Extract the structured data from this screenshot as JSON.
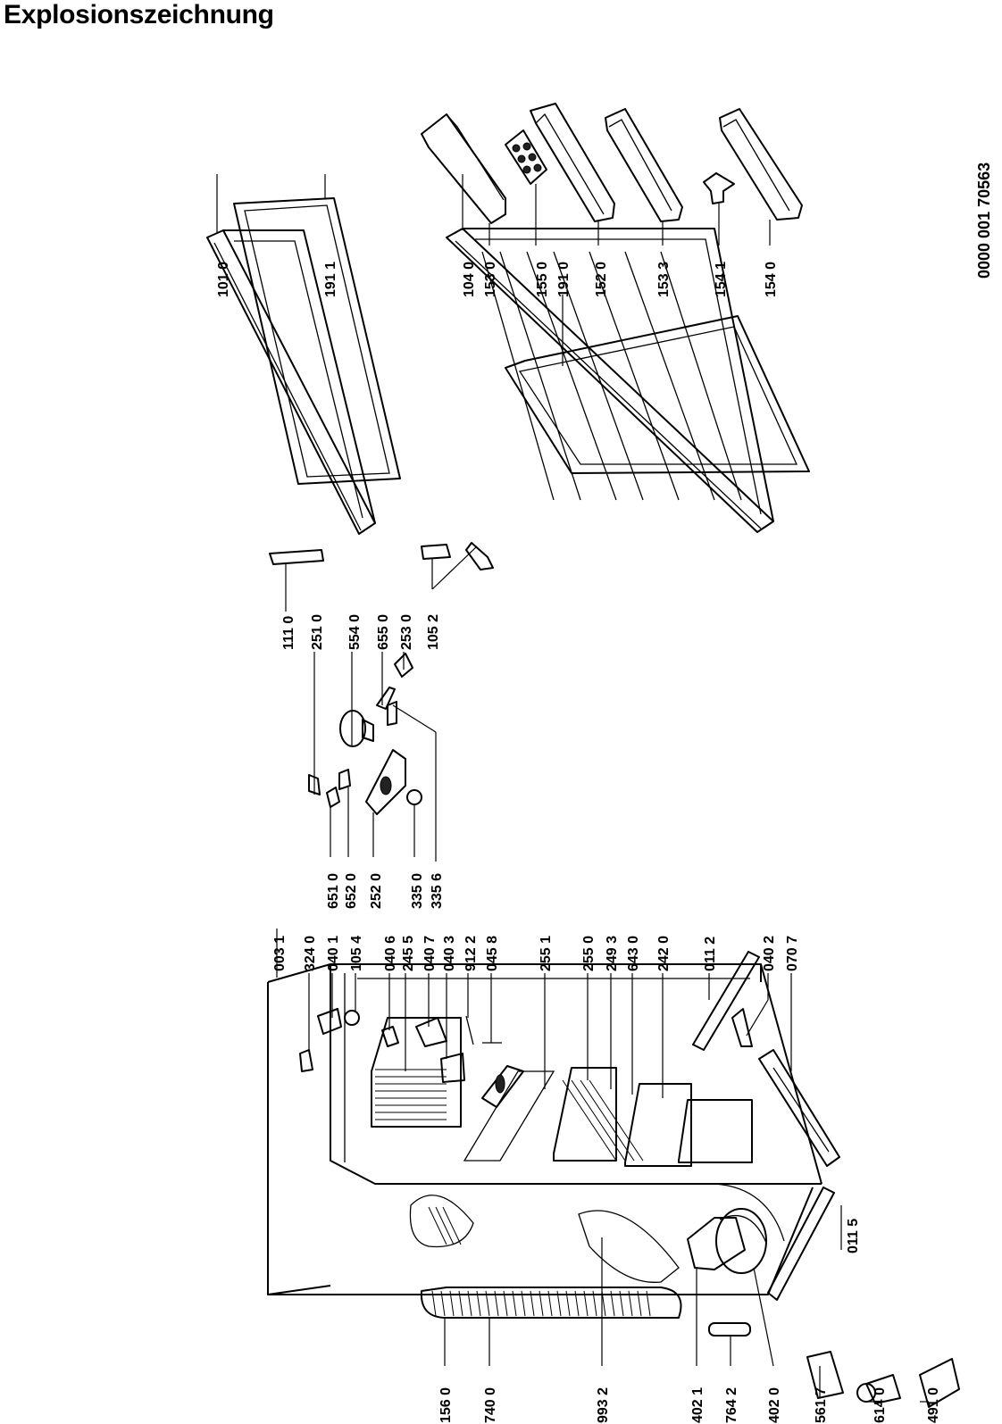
{
  "title": "Explosionszeichnung",
  "document_number": "0000  001 70563",
  "labels_bottom_left": [
    "156 0",
    "740 0",
    "993 2",
    "402 1",
    "764 2",
    "402 0",
    "561 7",
    "614 0",
    "491 0"
  ],
  "labels_cabinet_right": [
    "003 1",
    "324 0",
    "040 1",
    "105 4",
    "040 6",
    "245 5",
    "040 7",
    "040 3",
    "912 2",
    "045 8",
    "255 1",
    "255 0",
    "249 3",
    "643 0",
    "242 0",
    "011 2",
    "040 2",
    "070 7"
  ],
  "label_cabinet_bottom": "011 5",
  "labels_thermostat": [
    "651 0",
    "652 0",
    "252 0",
    "335 0",
    "335 6"
  ],
  "labels_thermostat_top": [
    "111 0",
    "251 0",
    "554 0",
    "655 0",
    "253 0",
    "105 2"
  ],
  "labels_door_top": [
    "101 0",
    "191 1",
    "104 0",
    "153 0",
    "155 0",
    "191 0",
    "152 0",
    "153 3",
    "154 1",
    "154 0"
  ]
}
